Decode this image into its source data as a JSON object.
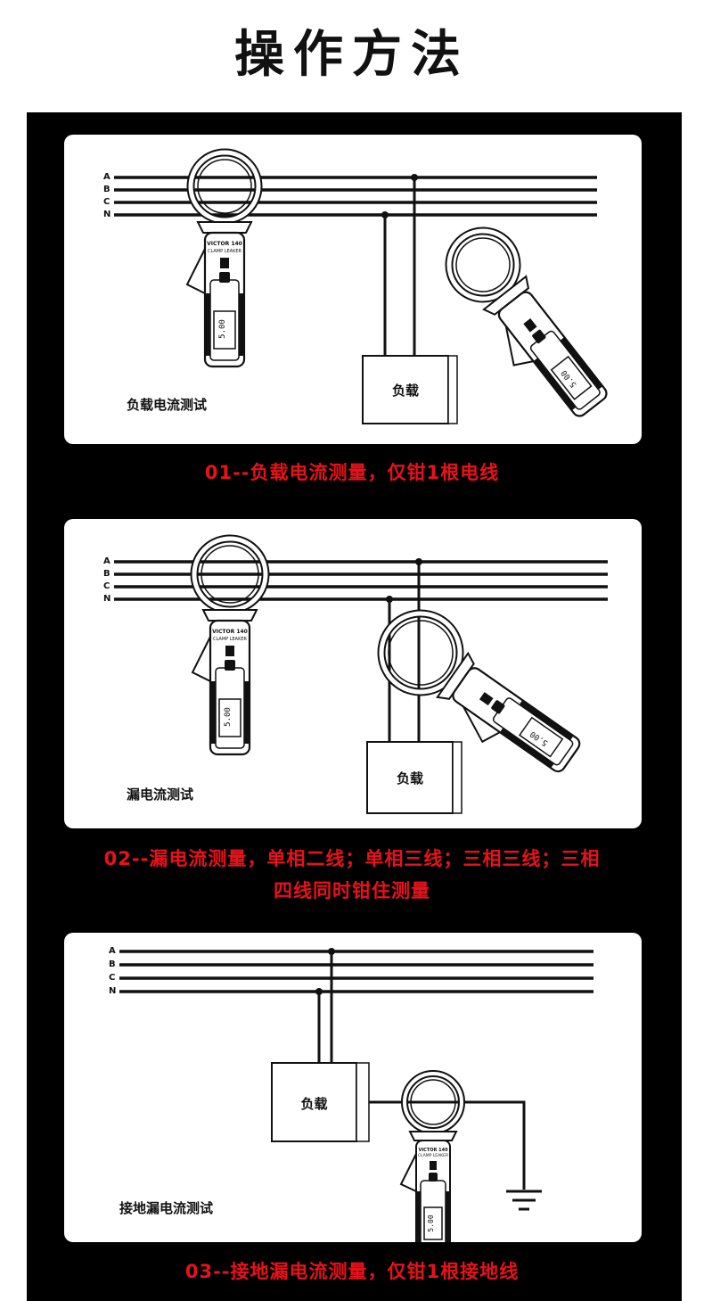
{
  "page": {
    "title": "操作方法"
  },
  "phase_labels": [
    "A",
    "B",
    "C",
    "N"
  ],
  "meter": {
    "brand": "VICTOR 140",
    "model": "CLAMP LEAKER",
    "reading": "5.00"
  },
  "sections": [
    {
      "diagram_label": "负载电流测试",
      "load_label": "负载",
      "caption_lines": [
        "01--负载电流测量，仅钳1根电线"
      ]
    },
    {
      "diagram_label": "漏电流测试",
      "load_label": "负载",
      "caption_lines": [
        "02--漏电流测量，单相二线；单相三线；三相三线；三相",
        "四线同时钳住测量"
      ]
    },
    {
      "diagram_label": "接地漏电流测试",
      "load_label": "负载",
      "caption_lines": [
        "03--接地漏电流测量，仅钳1根接地线"
      ]
    }
  ]
}
